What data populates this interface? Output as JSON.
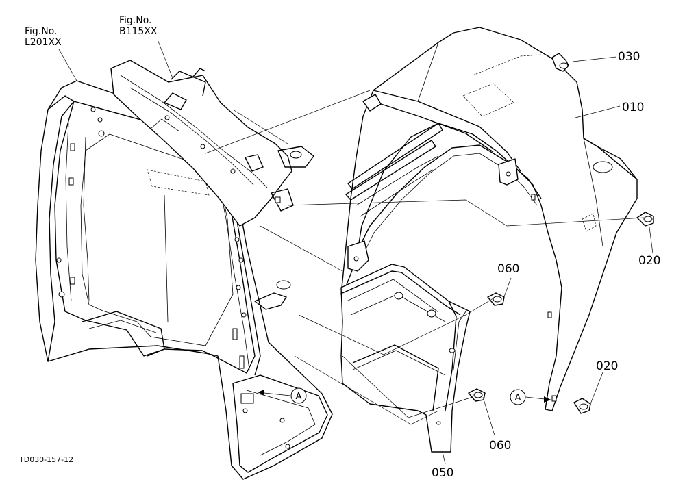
{
  "figure_refs": [
    {
      "line1": "Fig.No.",
      "line2": "L201XX"
    },
    {
      "line1": "Fig.No.",
      "line2": "B115XX"
    }
  ],
  "part_labels": {
    "p030": "030",
    "p010": "010",
    "p020_upper": "020",
    "p020_lower": "020",
    "p060_upper": "060",
    "p060_lower": "060",
    "p050": "050"
  },
  "view_callouts": {
    "left": "A",
    "right": "A"
  },
  "drawing_code": "TD030-157-12"
}
